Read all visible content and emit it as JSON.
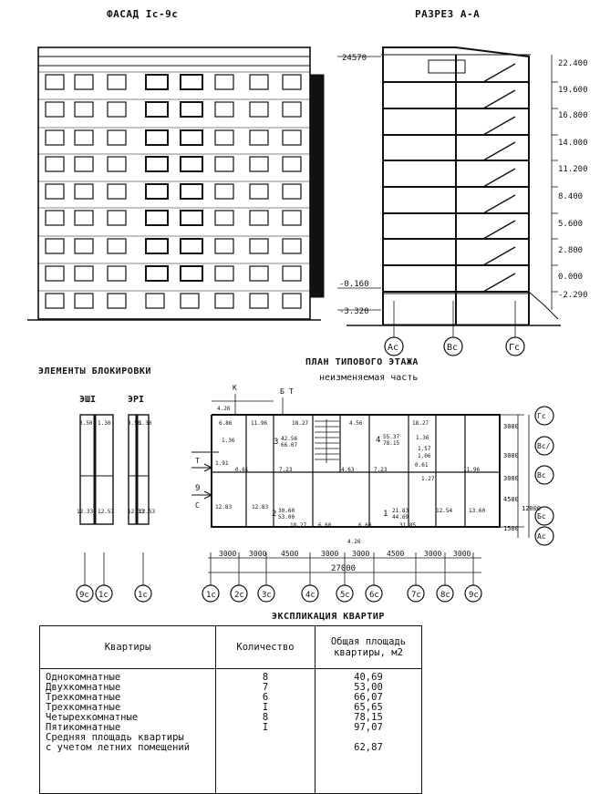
{
  "titles": {
    "facade": "ФАСАД Iс-9с",
    "section": "РАЗРЕЗ А-А",
    "blocking": "ЭЛЕМЕНТЫ БЛОКИРОВКИ",
    "plan": "ПЛАН ТИПОВОГО ЭТАЖА",
    "plan_sub": "неизменяемая часть",
    "explication": "ЭКСПЛИКАЦИЯ КВАРТИР"
  },
  "section": {
    "top_mark": "24570",
    "levels": [
      "22.400",
      "19.600",
      "16.800",
      "14.000",
      "11.200",
      "8.400",
      "5.600",
      "2.800",
      "0.000",
      "-2.290"
    ],
    "low_marks": [
      "-0.160",
      "-3.320"
    ],
    "axes": [
      "Ас",
      "Вс",
      "Гс"
    ]
  },
  "blocking": {
    "left_label": "ЭШI",
    "right_label": "ЭРI",
    "dims": [
      "3.50",
      "1.30",
      "3.50",
      "1.30",
      "12.33",
      "12.53",
      "12.33",
      "12.53"
    ]
  },
  "plan": {
    "markers": [
      "К",
      "Б",
      "Т"
    ],
    "left_codes": [
      "Т",
      "9",
      "С"
    ],
    "areas": [
      "4.26",
      "6.86",
      "11.96",
      "18.27",
      "4.56",
      "18.27",
      "42.56",
      "66.07",
      "55.37",
      "78.15",
      "1.36",
      "1.91",
      "0.61",
      "7.23",
      "4.63",
      "7.23",
      "1.36",
      "1.57",
      "1.06",
      "30.60",
      "53.00",
      "21.83",
      "44.69",
      "12.83",
      "12.83",
      "18.27",
      "6.60",
      "6.60",
      "31.85",
      "12.54",
      "13.60",
      "11.96",
      "4.26",
      "1.27",
      "0.61"
    ],
    "room_counts": [
      "3",
      "4",
      "2",
      "1"
    ],
    "right_axes": [
      "Гс",
      "Вс/",
      "Вс",
      "Бс",
      "Ас"
    ],
    "right_dims": [
      "3000",
      "3000",
      "3000",
      "4500",
      "12000",
      "1500"
    ],
    "bottom_dims": [
      "3000",
      "3000",
      "4500",
      "3000",
      "3000",
      "4500",
      "3000",
      "3000"
    ],
    "total_dim": "27000",
    "bottom_axes": [
      "1с",
      "2с",
      "3с",
      "4с",
      "5с",
      "6с",
      "7с",
      "8с",
      "9с"
    ],
    "blocking_axes": [
      "9с",
      "1с",
      "1с"
    ]
  },
  "table": {
    "headers": [
      "Квартиры",
      "Количество",
      "Общая площадь квартиры, м2"
    ],
    "rows": [
      {
        "type": "Однокомнатные",
        "count": "8",
        "area": "40,69"
      },
      {
        "type": "Двухкомнатные",
        "count": "7",
        "area": "53,00"
      },
      {
        "type": "Трехкомнатные",
        "count": "6",
        "area": "66,07"
      },
      {
        "type": "Трехкомнатные",
        "count": "I",
        "area": "65,65"
      },
      {
        "type": "Четырехкомнатные",
        "count": "8",
        "area": "78,15"
      },
      {
        "type": "Пятикомнатные",
        "count": "I",
        "area": "97,07"
      }
    ],
    "average_label_1": "Средняя площадь квартиры",
    "average_label_2": "с учетом летних помещений",
    "average_value": "62,87"
  }
}
